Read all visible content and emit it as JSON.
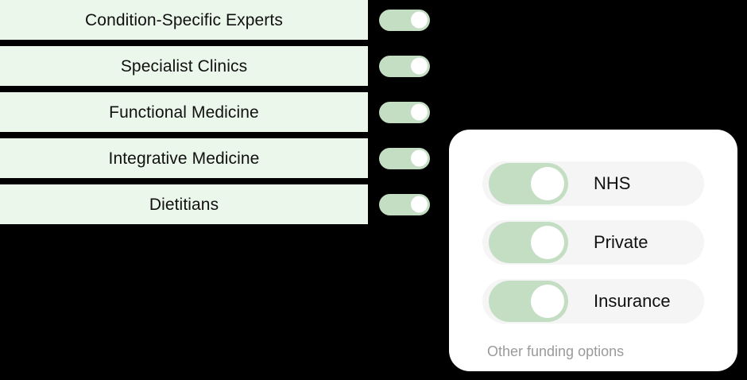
{
  "theme": {
    "page_background": "#000000",
    "row_green": "#eaf7ea",
    "toggle_green": "#c4dec4",
    "toggle_knob": "#ffffff",
    "card_background": "#ffffff",
    "pill_background": "#f5f5f5",
    "text_primary": "#111111",
    "text_muted": "#9a9a9a"
  },
  "category_list": {
    "items": [
      {
        "label": "Condition-Specific Experts",
        "toggle_state": "on",
        "toggle_icon": "toggle-on-icon"
      },
      {
        "label": "Specialist Clinics",
        "toggle_state": "on",
        "toggle_icon": "toggle-on-icon"
      },
      {
        "label": "Functional Medicine",
        "toggle_state": "on",
        "toggle_icon": "toggle-on-icon"
      },
      {
        "label": "Integrative Medicine",
        "toggle_state": "on",
        "toggle_icon": "toggle-on-icon"
      },
      {
        "label": "Dietitians",
        "toggle_state": "on",
        "toggle_icon": "toggle-on-icon"
      }
    ]
  },
  "funding_card": {
    "options": [
      {
        "label": "NHS",
        "toggle_state": "on",
        "toggle_icon": "toggle-on-icon"
      },
      {
        "label": "Private",
        "toggle_state": "on",
        "toggle_icon": "toggle-on-icon"
      },
      {
        "label": "Insurance",
        "toggle_state": "on",
        "toggle_icon": "toggle-on-icon"
      }
    ],
    "footer_text": "Other funding options"
  }
}
